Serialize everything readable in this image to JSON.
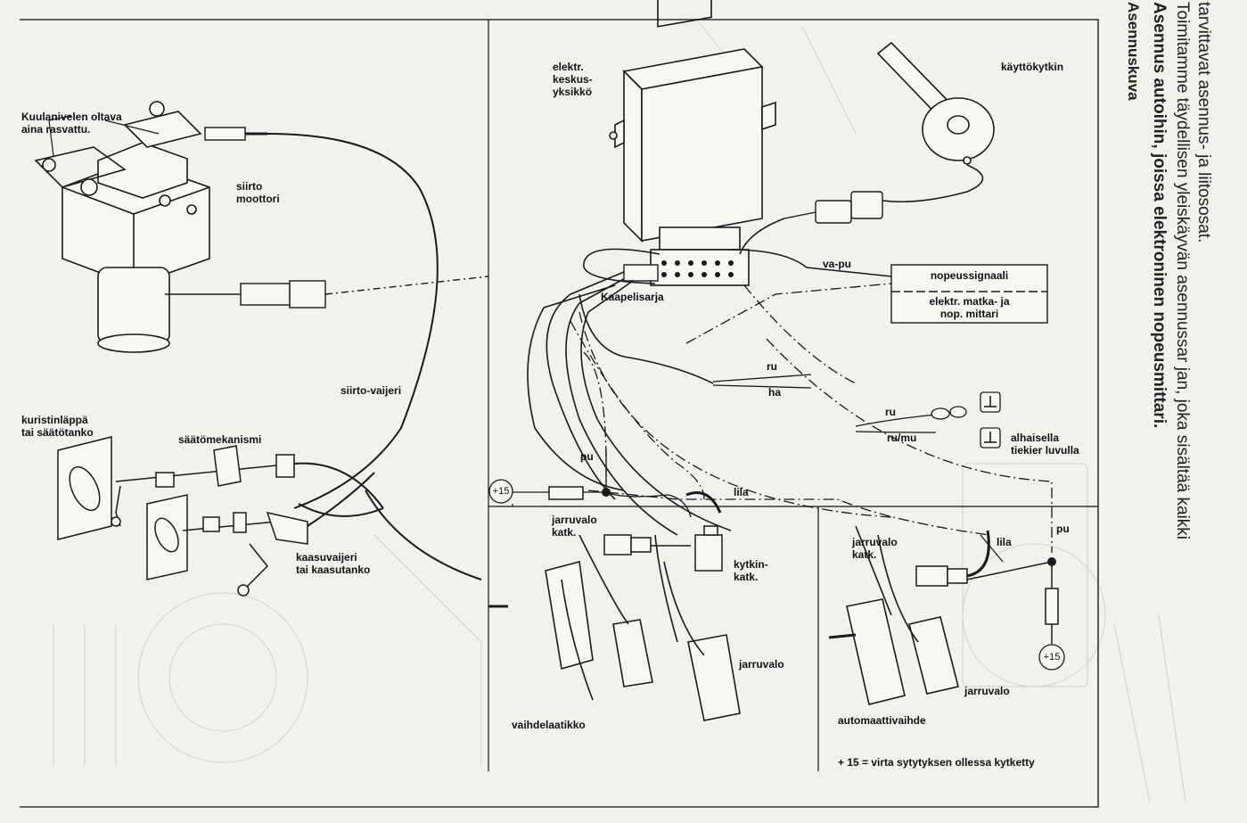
{
  "side_text": {
    "heading": "Asennuskuva",
    "subheading": "Asennus autoihin, joissa elektroninen nopeusmittari.",
    "body_line1": "Toimitamme täydellisen yleiskäyvän asennussar jan, joka sisältää kaikki",
    "body_line2": "tarvittavat asennus- ja liitososat."
  },
  "labels": {
    "ball_joint": "Kuulanivelen oltava\naina rasvattu.",
    "motor": "siirto\nmoottori",
    "ecu": "elektr.\nkeskus-\nyksikkö",
    "switch": "käyttökytkin",
    "harness": "Kaapelisarja",
    "va_pu": "va-pu",
    "speed_signal": "nopeussignaali",
    "speedometer": "elektr. matka- ja\nnop. mittari",
    "ru1": "ru",
    "ha": "ha",
    "ru2": "ru",
    "ru_mu": "ru/mu",
    "low_speed": "alhaisella\ntiekier luvulla",
    "throttle": "kuristinläppä\ntai säätötanko",
    "adjuster": "säätömekanismi",
    "transfer_cable": "siirto-vaijeri",
    "gas_cable": "kaasuvaijeri\ntai kaasutanko",
    "pu1": "pu",
    "plus15_a": "+15",
    "lila1": "lila",
    "brake_switch_1": "jarruvalo\nkatk.",
    "clutch_switch": "kytkin-\nkatk.",
    "brake_light_1": "jarruvalo",
    "manual_gearbox": "vaihdelaatikko",
    "brake_switch_2": "jarruvalo\nkatk.",
    "lila2": "lila",
    "pu2": "pu",
    "plus15_b": "+15",
    "brake_light_2": "jarruvalo",
    "automatic": "automaattivaihde",
    "footnote": "+ 15 = virta sytytyksen ollessa kytketty"
  },
  "colors": {
    "paper": "#f3f1ee",
    "ink": "#1a1a1a",
    "ghost_ink": "#8d8b88"
  }
}
